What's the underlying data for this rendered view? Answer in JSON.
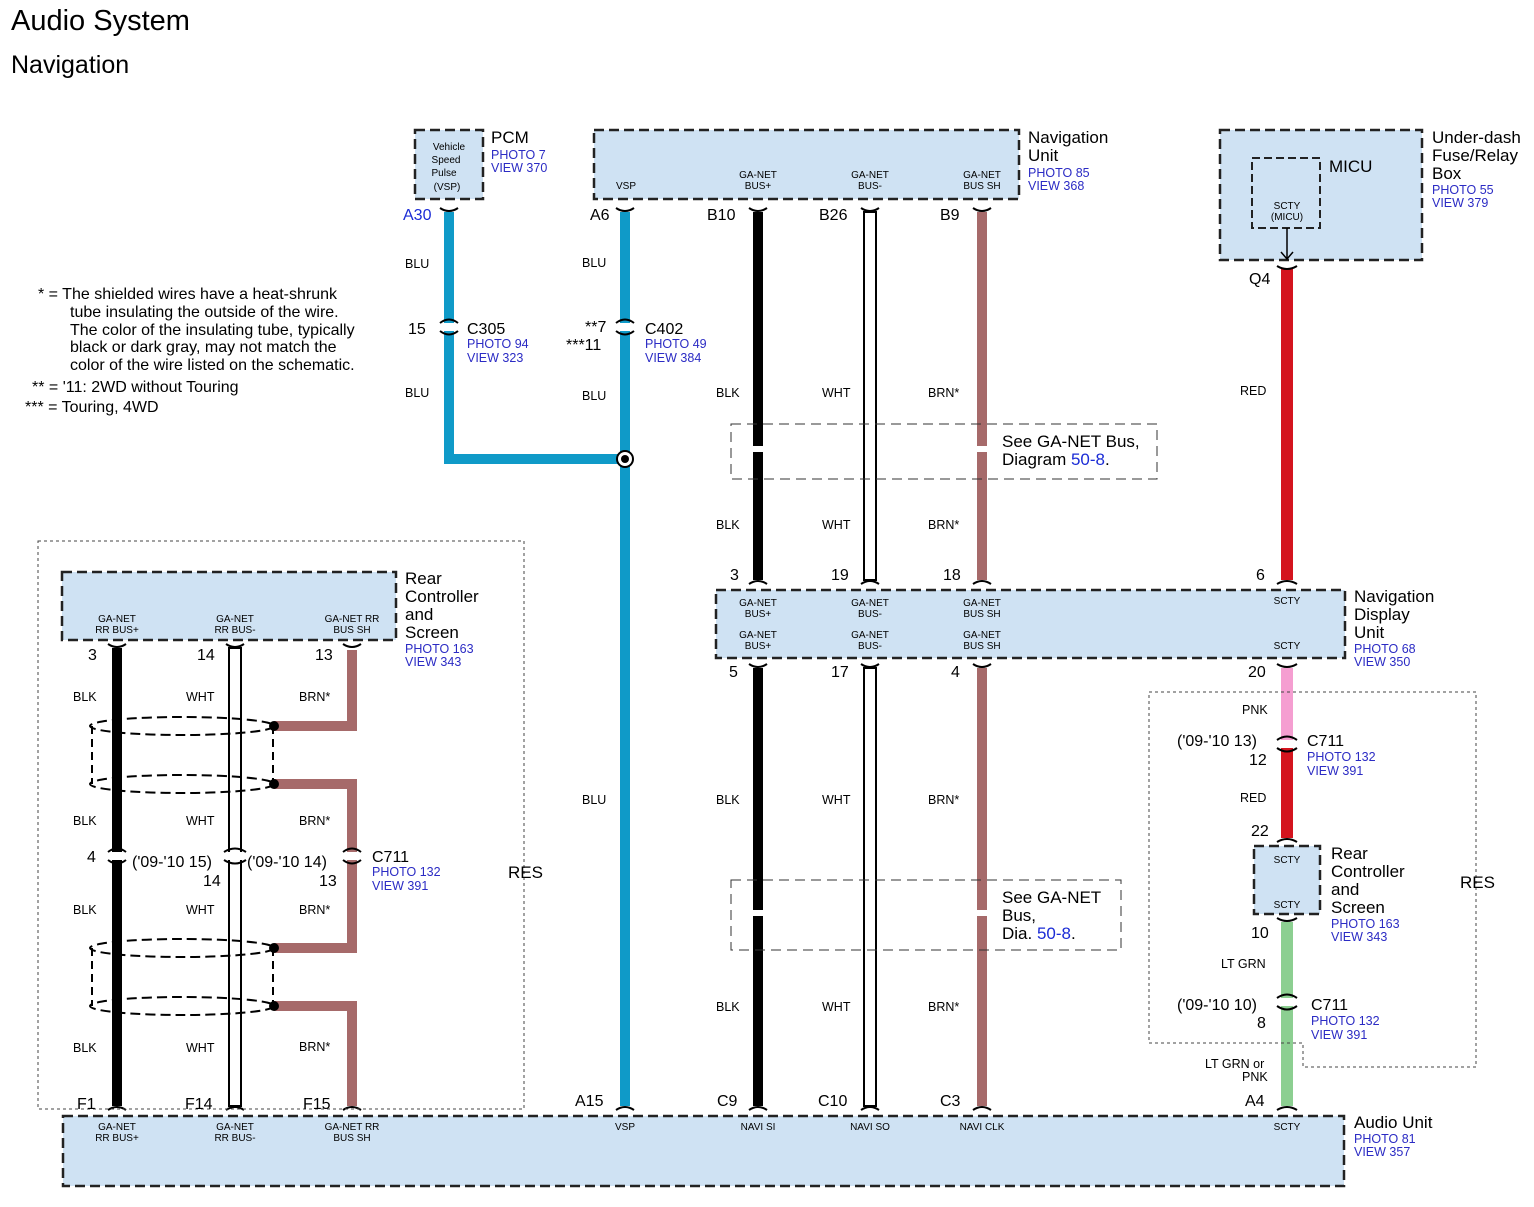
{
  "header": {
    "title": "Audio System",
    "subtitle": "Navigation"
  },
  "notes": [
    "* = The shielded wires have a heat-shrunk",
    "tube insulating the outside of the wire.",
    "The color of the insulating tube, typically",
    "black or dark gray, may not match the",
    "color of the wire listed on the schematic.",
    "** = '11: 2WD without Touring",
    "*** = Touring, 4WD"
  ],
  "components": {
    "pcm": {
      "name": "PCM",
      "photo": "PHOTO 7",
      "view": "VIEW 370",
      "inner_lines": [
        "Vehicle",
        "Speed",
        "Pulse",
        "(VSP)"
      ],
      "pin": "A30"
    },
    "navigation_unit": {
      "name_lines": [
        "Navigation",
        "Unit"
      ],
      "photo": "PHOTO 85",
      "view": "VIEW 368",
      "terminals": [
        {
          "label": [
            "VSP"
          ],
          "pin": "A6"
        },
        {
          "label": [
            "GA-NET",
            "BUS+"
          ],
          "pin": "B10"
        },
        {
          "label": [
            "GA-NET",
            "BUS-"
          ],
          "pin": "B26"
        },
        {
          "label": [
            "GA-NET",
            "BUS SH"
          ],
          "pin": "B9"
        }
      ]
    },
    "under_dash_box": {
      "name_lines": [
        "Under-dash",
        "Fuse/Relay",
        "Box"
      ],
      "photo": "PHOTO 55",
      "view": "VIEW 379",
      "micu": {
        "name": "MICU",
        "inner_lines": [
          "SCTY",
          "(MICU)"
        ]
      },
      "pin": "Q4"
    },
    "rear_controller_left": {
      "name_lines": [
        "Rear",
        "Controller",
        "and",
        "Screen"
      ],
      "photo": "PHOTO 163",
      "view": "VIEW 343",
      "terminals": [
        {
          "label": [
            "GA-NET",
            "RR BUS+"
          ],
          "pin": "3"
        },
        {
          "label": [
            "GA-NET",
            "RR BUS-"
          ],
          "pin": "14"
        },
        {
          "label": [
            "GA-NET RR",
            "BUS SH"
          ],
          "pin": "13"
        }
      ]
    },
    "navigation_display_unit": {
      "name_lines": [
        "Navigation",
        "Display",
        "Unit"
      ],
      "photo": "PHOTO 68",
      "view": "VIEW 350",
      "top_terminals": [
        {
          "label": [
            "GA-NET",
            "BUS+"
          ],
          "pin": "3"
        },
        {
          "label": [
            "GA-NET",
            "BUS-"
          ],
          "pin": "19"
        },
        {
          "label": [
            "GA-NET",
            "BUS SH"
          ],
          "pin": "18"
        },
        {
          "label": [
            "SCTY"
          ],
          "pin": "6"
        }
      ],
      "bottom_terminals": [
        {
          "label": [
            "GA-NET",
            "BUS+"
          ],
          "pin": "5"
        },
        {
          "label": [
            "GA-NET",
            "BUS-"
          ],
          "pin": "17"
        },
        {
          "label": [
            "GA-NET",
            "BUS SH"
          ],
          "pin": "4"
        },
        {
          "label": [
            "SCTY"
          ],
          "pin": "20"
        }
      ]
    },
    "rear_controller_right": {
      "name_lines": [
        "Rear",
        "Controller",
        "and",
        "Screen"
      ],
      "photo": "PHOTO 163",
      "view": "VIEW 343",
      "inner_top": "SCTY",
      "inner_bottom": "SCTY",
      "pin_top": "22",
      "pin_bottom": "10"
    },
    "audio_unit": {
      "name": "Audio Unit",
      "photo": "PHOTO 81",
      "view": "VIEW 357",
      "terminals": [
        {
          "label": [
            "GA-NET",
            "RR BUS+"
          ],
          "pin": "F1"
        },
        {
          "label": [
            "GA-NET",
            "RR BUS-"
          ],
          "pin": "F14"
        },
        {
          "label": [
            "GA-NET RR",
            "BUS SH"
          ],
          "pin": "F15"
        },
        {
          "label": [
            "VSP"
          ],
          "pin": "A15"
        },
        {
          "label": [
            "NAVI SI"
          ],
          "pin": "C9"
        },
        {
          "label": [
            "NAVI SO"
          ],
          "pin": "C10"
        },
        {
          "label": [
            "NAVI CLK"
          ],
          "pin": "C3"
        },
        {
          "label": [
            "SCTY"
          ],
          "pin": "A4"
        }
      ]
    }
  },
  "connectors": {
    "c305": {
      "name": "C305",
      "photo": "PHOTO 94",
      "view": "VIEW 323",
      "pin": "15"
    },
    "c402": {
      "name": "C402",
      "photo": "PHOTO 49",
      "view": "VIEW 384",
      "pin_a": "**7",
      "pin_b": "***11"
    },
    "c711_left": {
      "name": "C711",
      "photo": "PHOTO 132",
      "view": "VIEW 391",
      "pin_a": "4",
      "pin_b_top": "('09-'10 15)",
      "pin_b": "14",
      "pin_c_top": "('09-'10 14)",
      "pin_c": "13"
    },
    "c711_right_top": {
      "name": "C711",
      "photo": "PHOTO 132",
      "view": "VIEW 391",
      "pin_alt": "('09-'10 13)",
      "pin": "12"
    },
    "c711_right_bottom": {
      "name": "C711",
      "photo": "PHOTO 132",
      "view": "VIEW 391",
      "pin_alt": "('09-'10 10)",
      "pin": "8"
    }
  },
  "references": {
    "ganet_top": {
      "line1": "See GA-NET Bus,",
      "line2_prefix": "Diagram ",
      "link": "50-8",
      "suffix": "."
    },
    "ganet_bottom": {
      "line1": "See GA-NET",
      "line2": "Bus,",
      "line3_prefix": "Dia. ",
      "link": "50-8",
      "suffix": "."
    }
  },
  "res_labels": [
    "RES",
    "RES"
  ],
  "wire_colors": {
    "blu": "BLU",
    "blk": "BLK",
    "wht": "WHT",
    "brn": "BRN",
    "brn_star": "BRN*",
    "red": "RED",
    "pnk": "PNK",
    "lt_grn": "LT GRN",
    "lt_grn_or_pnk_1": "LT GRN or",
    "lt_grn_or_pnk_2": "PNK"
  },
  "colors": {
    "blu": "#0f9ac8",
    "blk": "#000000",
    "wht": "#ffffff",
    "brn": "#a66a6a",
    "red": "#d4141e",
    "pnk": "#f59ed1",
    "lt_grn": "#8ccf91",
    "box_fill": "#cfe2f3"
  }
}
